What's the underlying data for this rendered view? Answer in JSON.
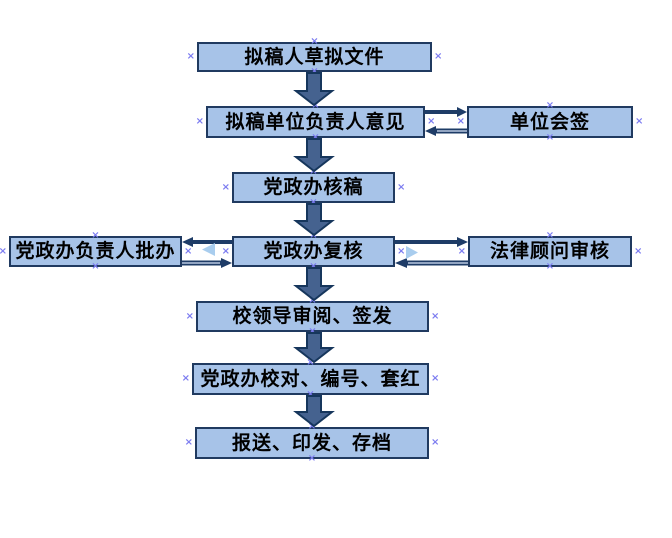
{
  "diagram_type": "flowchart",
  "background": "#ffffff",
  "colors": {
    "node_fill": "#a7c3e8",
    "node_border": "#203a60",
    "block_arrow_fill": "#45628f",
    "block_arrow_border": "#16365c",
    "connector": "#1e3c67",
    "connector_core": "#b8c8e0",
    "triangle_marker": "#a9cdee",
    "anchor_handle": "#7b7bf0",
    "text": "#000000"
  },
  "anchor_glyph": "×",
  "nodes": [
    {
      "id": "drafter",
      "label": "拟稿人草拟文件"
    },
    {
      "id": "unit-leader-opinion",
      "label": "拟稿单位负责人意见"
    },
    {
      "id": "unit-countersign",
      "label": "单位会签"
    },
    {
      "id": "office-check-draft",
      "label": "党政办核稿"
    },
    {
      "id": "office-leader-approve",
      "label": "党政办负责人批办"
    },
    {
      "id": "office-recheck",
      "label": "党政办复核"
    },
    {
      "id": "legal-advisor-review",
      "label": "法律顾问审核"
    },
    {
      "id": "school-leaders-sign",
      "label": "校领导审阅、签发"
    },
    {
      "id": "office-proofread-number-red",
      "label": "党政办校对、编号、套红"
    },
    {
      "id": "submit-print-archive",
      "label": "报送、印发、存档"
    }
  ],
  "edges": [
    {
      "from": "drafter",
      "to": "unit-leader-opinion",
      "style": "block-arrow-down"
    },
    {
      "from": "unit-leader-opinion",
      "to": "unit-countersign",
      "style": "arrow-right"
    },
    {
      "from": "unit-countersign",
      "to": "unit-leader-opinion",
      "style": "arrow-left"
    },
    {
      "from": "unit-leader-opinion",
      "to": "office-check-draft",
      "style": "block-arrow-down"
    },
    {
      "from": "office-check-draft",
      "to": "office-recheck",
      "style": "block-arrow-down"
    },
    {
      "from": "office-recheck",
      "to": "office-leader-approve",
      "style": "arrow-left"
    },
    {
      "from": "office-leader-approve",
      "to": "office-recheck",
      "style": "arrow-right"
    },
    {
      "from": "office-recheck",
      "to": "legal-advisor-review",
      "style": "arrow-right"
    },
    {
      "from": "legal-advisor-review",
      "to": "office-recheck",
      "style": "arrow-left"
    },
    {
      "from": "office-recheck",
      "to": "school-leaders-sign",
      "style": "block-arrow-down"
    },
    {
      "from": "school-leaders-sign",
      "to": "office-proofread-number-red",
      "style": "block-arrow-down"
    },
    {
      "from": "office-proofread-number-red",
      "to": "submit-print-archive",
      "style": "block-arrow-down"
    }
  ]
}
